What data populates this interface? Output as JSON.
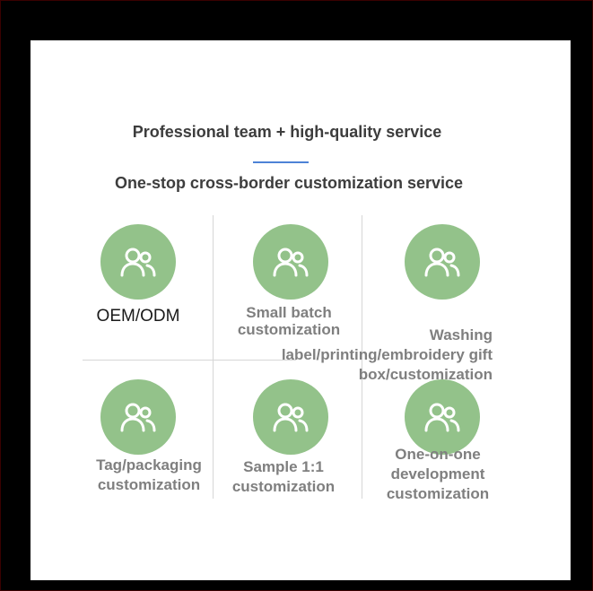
{
  "heading": "Professional team + high-quality service",
  "subheading": "One-stop cross-border customization service",
  "services": [
    {
      "label": "OEM/ODM",
      "icon": "users-icon"
    },
    {
      "label": "Small batch customization",
      "icon": "users-icon"
    },
    {
      "label": "Washing label/printing/embroidery gift box/customization",
      "icon": "users-icon"
    },
    {
      "label": "Tag/packaging customization",
      "icon": "users-icon"
    },
    {
      "label": "Sample 1:1 customization",
      "icon": "users-icon"
    },
    {
      "label": "One-on-one development customization",
      "icon": "users-icon"
    }
  ],
  "colors": {
    "accent_line": "#4d82d6",
    "icon_circle": "#93c28a",
    "label_gray": "#7f7f7f"
  }
}
